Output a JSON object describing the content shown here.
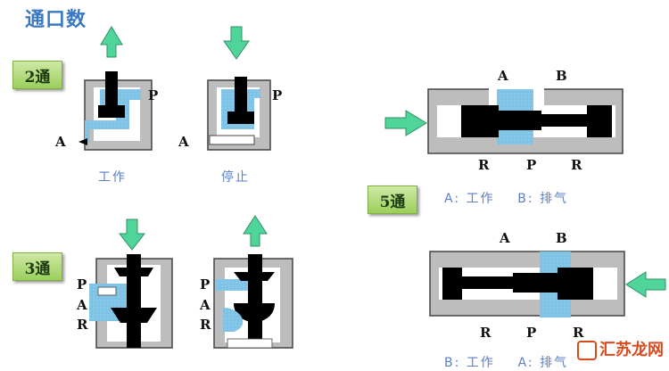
{
  "title": "通口数",
  "badges": {
    "two_way": "2通",
    "three_way": "3通",
    "five_way": "5通"
  },
  "captions": {
    "two_work": "工作",
    "two_stop": "停止",
    "five_top": "A: 工作    B: 排气",
    "five_bottom": "B: 工作    A: 排气"
  },
  "ports": {
    "p": "P",
    "a": "A",
    "r": "R",
    "b": "B"
  },
  "watermark": {
    "text": "汇苏龙网",
    "seal_icon": "seal-icon"
  },
  "colors": {
    "body_gray": "#bdbdbd",
    "fluid_blue": "#7ec3e6",
    "arrow_green": "#4fd49a",
    "stem_black": "#000000",
    "title_blue": "#3a78c2",
    "badge_green": "#9bcf5c"
  }
}
